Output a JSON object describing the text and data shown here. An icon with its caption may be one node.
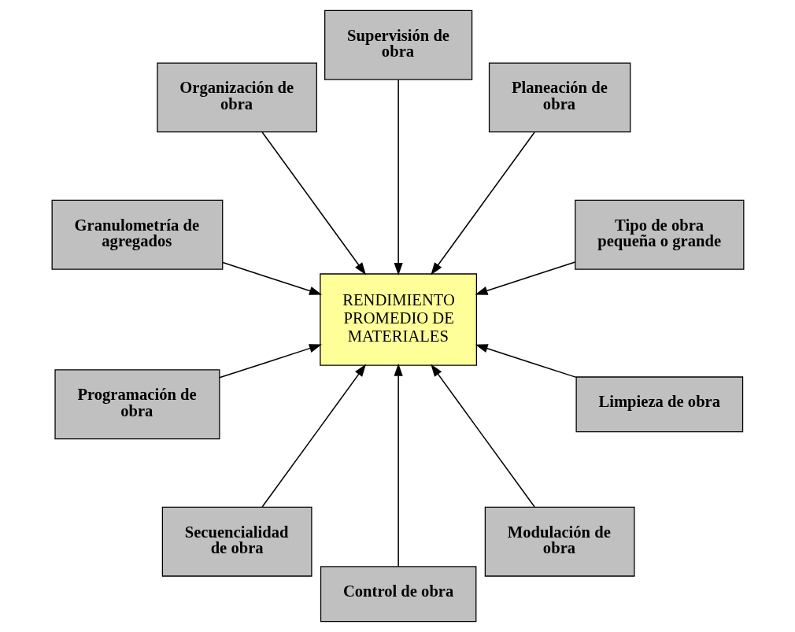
{
  "diagram": {
    "nodes": [
      {
        "text": [
          "Tipo de obra pequeña o grande"
        ]
      },
      {
        "text": [
          "Planeación de obra"
        ]
      },
      {
        "text": [
          "Supervisión de obra"
        ]
      },
      {
        "text": [
          "Organización de obra"
        ]
      },
      {
        "text": [
          "Granulometría de agregados"
        ]
      },
      {
        "text": [
          "RENDIMIENTO PROMEDIO DE MATERIALES"
        ]
      },
      {
        "text": [
          "Programación de obra"
        ]
      },
      {
        "text": [
          "Secuencialidad de obra"
        ]
      },
      {
        "text": [
          "Control de obra"
        ]
      },
      {
        "text": [
          "Modulación de obra"
        ]
      },
      {
        "text": [
          "Limpieza de obra"
        ]
      }
    ],
    "edges": [
      {
        "from": 0,
        "to": 5,
        "arrow": "to"
      },
      {
        "from": 1,
        "to": 5,
        "arrow": "to"
      },
      {
        "from": 2,
        "to": 5,
        "arrow": "to"
      },
      {
        "from": 3,
        "to": 5,
        "arrow": "to"
      },
      {
        "from": 4,
        "to": 5,
        "arrow": "to"
      },
      {
        "from": 6,
        "to": 5,
        "arrow": "to"
      },
      {
        "from": 7,
        "to": 5,
        "arrow": "to"
      },
      {
        "from": 8,
        "to": 5,
        "arrow": "to"
      },
      {
        "from": 9,
        "to": 5,
        "arrow": "to"
      },
      {
        "from": 10,
        "to": 5,
        "arrow": "to"
      }
    ]
  }
}
